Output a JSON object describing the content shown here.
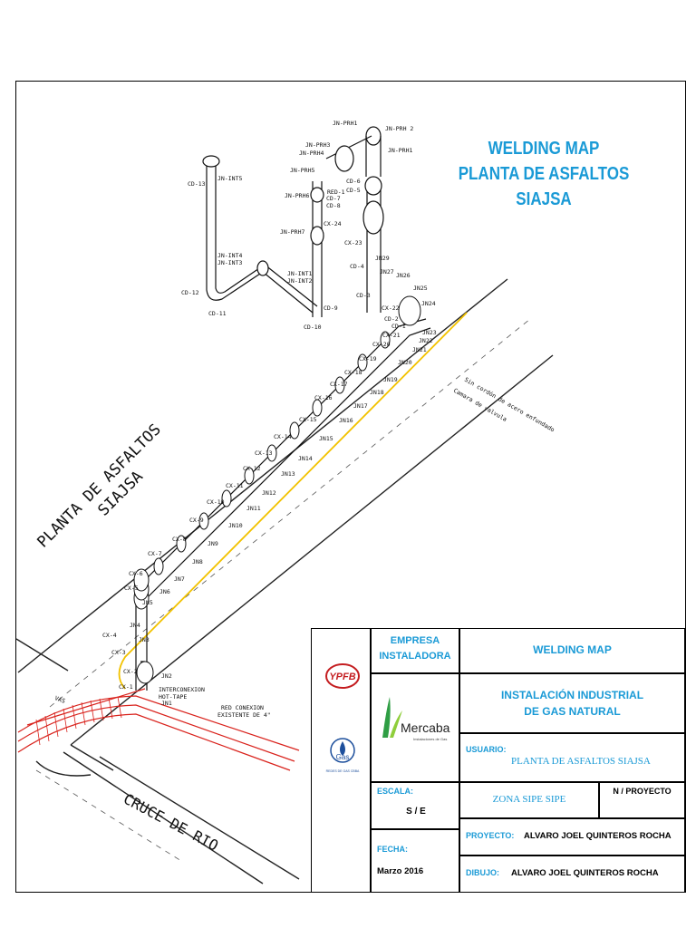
{
  "header": {
    "title_line1": "WELDING MAP",
    "title_line2": "PLANTA DE ASFALTOS",
    "title_line3": "SIAJSA"
  },
  "map": {
    "area_label_1": "PLANTA DE ASFALTOS",
    "area_label_2": "SIAJSA",
    "road_label": "CRUCE DE RIO",
    "note_1": "Sin cordón de acero enfundado",
    "note_2": "Camara de valvula",
    "interconnection_1": "INTERCONEXION",
    "interconnection_2": "HOT-TAPE",
    "network_1": "RED CONEXION",
    "network_2": "EXISTENTE DE 4\"",
    "road_side": "VAS",
    "weld_labels": [
      "JN-PRH1",
      "JN-PRH 2",
      "JN-PRH1",
      "JN-PRH3",
      "JN-PRH4",
      "JN-PRH5",
      "JN-PRH6",
      "JN-PRH7",
      "CD-6",
      "CD-5",
      "CD-7",
      "CD-8",
      "RED-1",
      "CX-24",
      "CX-23",
      "CD-4",
      "CD-3",
      "CD-2",
      "CD-1",
      "JN29",
      "JN27",
      "JN26",
      "JN25",
      "JN24",
      "JN23",
      "JN22",
      "JN21",
      "JN20",
      "JN19",
      "JN18",
      "JN17",
      "JN16",
      "JN15",
      "JN14",
      "JN13",
      "JN12",
      "JN11",
      "JN10",
      "JN9",
      "JN8",
      "JN7",
      "JN6",
      "JN5",
      "JN4",
      "JN3",
      "JN2",
      "JN1",
      "CX-22",
      "CX-21",
      "CX-20",
      "CX-19",
      "CX-18",
      "CX-17",
      "CX-16",
      "CX-15",
      "CX-14",
      "CX-13",
      "CX-12",
      "CX-11",
      "CX-10",
      "CX-9",
      "CX-8",
      "CX-7",
      "CX-6",
      "CX-5",
      "CX-4",
      "CX-3",
      "CX-2",
      "CX-1",
      "CD-13",
      "JN-INT5",
      "JN-INT4",
      "JN-INT3",
      "JN-INT1",
      "JN-INT2",
      "CD-12",
      "CD-11",
      "CD-10",
      "CD-9"
    ]
  },
  "title_block": {
    "empresa_label_1": "EMPRESA",
    "empresa_label_2": "INSTALADORA",
    "welding_map": "WELDING MAP",
    "installation_1": "INSTALACIÓN INDUSTRIAL",
    "installation_2": "DE GAS NATURAL",
    "usuario_label": "USUARIO:",
    "usuario_value": "PLANTA DE ASFALTOS SIAJSA",
    "escala_label": "ESCALA:",
    "escala_value": "S / E",
    "zona_value": "ZONA SIPE SIPE",
    "nproyecto_label": "N / PROYECTO",
    "proyecto_label": "PROYECTO:",
    "proyecto_value": "ALVARO JOEL QUINTEROS ROCHA",
    "fecha_label": "FECHA:",
    "fecha_value": "Marzo 2016",
    "dibujo_label": "DIBUJO:",
    "dibujo_value": "ALVARO JOEL QUINTEROS ROCHA",
    "logo_ypfb": "YPFB",
    "logo_mercaba": "Mercaba",
    "logo_mercaba_sub": "Instalaciones de Gas",
    "logo_gas": "Gas",
    "logo_gas_sub": "REDES DE GAS CBBA"
  },
  "colors": {
    "accent": "#1a9ad6",
    "pipe_red": "#d9221c",
    "gas_line_yellow": "#f2c200"
  }
}
